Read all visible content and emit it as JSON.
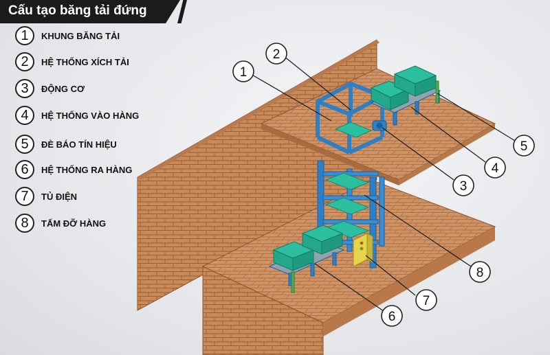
{
  "title": "Cấu tạo băng tải đứng",
  "legend": [
    {
      "num": "1",
      "label": "KHUNG BĂNG TẢI"
    },
    {
      "num": "2",
      "label": "HỆ THỐNG XÍCH TẢI"
    },
    {
      "num": "3",
      "label": "ĐỘNG CƠ"
    },
    {
      "num": "4",
      "label": "HỆ THỐNG VÀO HÀNG"
    },
    {
      "num": "5",
      "label": "ĐÈ BÁO TÍN HIỆU"
    },
    {
      "num": "6",
      "label": "HỆ THỐNG RA HÀNG"
    },
    {
      "num": "7",
      "label": "TỦ ĐIỆN"
    },
    {
      "num": "8",
      "label": "TẤM ĐỠ HÀNG"
    }
  ],
  "callouts": [
    "1",
    "2",
    "3",
    "4",
    "5",
    "6",
    "7",
    "8"
  ],
  "colors": {
    "brick": "#c98a59",
    "brick_dark": "#a86a3e",
    "frame": "#2f7fc4",
    "crate": "#2bbfa0",
    "cabinet": "#e8d44a",
    "signal": "#4caf50"
  }
}
